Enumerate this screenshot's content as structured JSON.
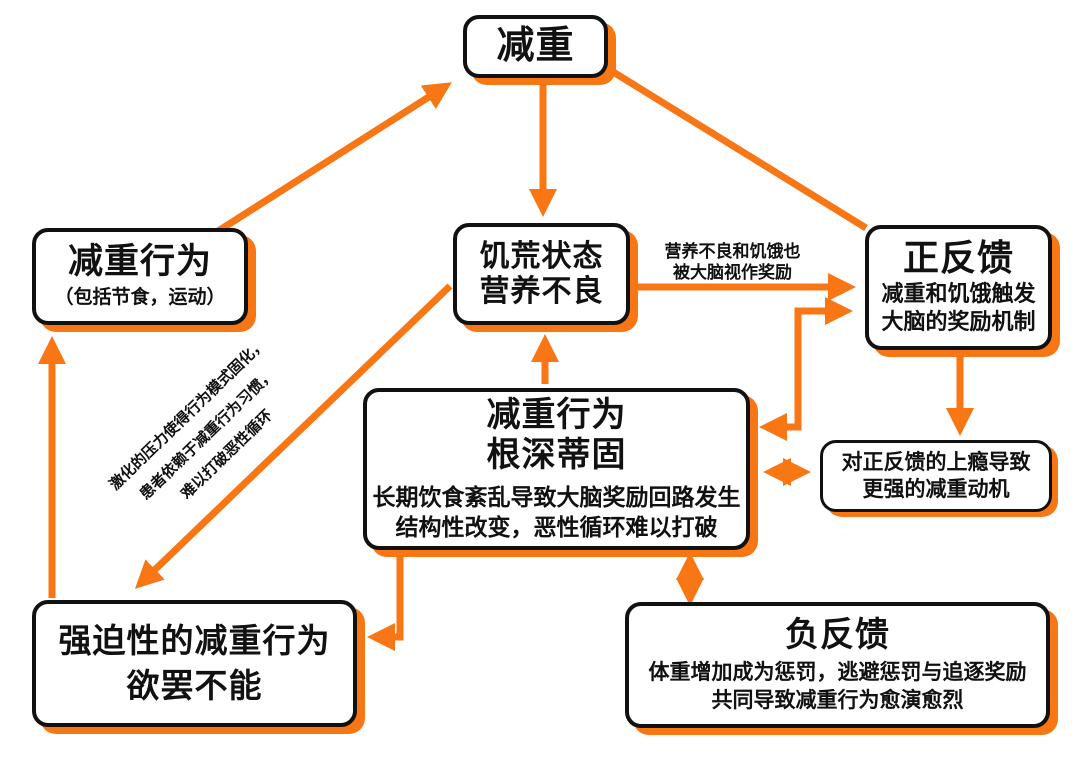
{
  "colors": {
    "accent_orange": "#F87613",
    "ink_black": "#111111",
    "background": "#FFFFFF"
  },
  "nodes": {
    "weight_loss": {
      "title": "减重"
    },
    "behavior": {
      "title": "减重行为",
      "subtitle": "（包括节食，运动）"
    },
    "famine": {
      "title": "饥荒状态\n营养不良"
    },
    "positive_feedback": {
      "title": "正反馈",
      "subtitle": "减重和饥饿触发\n大脑的奖励机制"
    },
    "entrenched": {
      "title": "减重行为\n根深蒂固",
      "subtitle": "长期饮食紊乱导致大脑奖励回路发生\n结构性改变，恶性循环难以打破"
    },
    "addiction": {
      "title": "对正反馈的上瘾导致\n更强的减重动机"
    },
    "compulsive": {
      "title": "强迫性的减重行为\n欲罢不能"
    },
    "negative_feedback": {
      "title": "负反馈",
      "subtitle": "体重增加成为惩罚，逃避惩罚与追逐奖励\n共同导致减重行为愈演愈烈"
    }
  },
  "annotations": {
    "reward_label": "营养不良和饥饿也\n被大脑视作奖励",
    "stress_note": "激化的压力使得行为模式固化，\n患者依赖于减重行为习惯，\n难以打破恶性循环"
  },
  "edges": [
    {
      "from": "减重行为",
      "to": "减重",
      "type": "one-way"
    },
    {
      "from": "减重",
      "to": "饥荒状态营养不良",
      "type": "one-way"
    },
    {
      "from": "减重",
      "to": "正反馈",
      "type": "link"
    },
    {
      "from": "饥荒状态营养不良",
      "to": "正反馈",
      "type": "one-way",
      "label": "营养不良和饥饿也被大脑视作奖励"
    },
    {
      "from": "正反馈",
      "to": "减重行为根深蒂固",
      "type": "two-way"
    },
    {
      "from": "正反馈",
      "to": "对正反馈的上瘾导致更强的减重动机",
      "type": "one-way"
    },
    {
      "from": "减重行为根深蒂固",
      "to": "对正反馈的上瘾导致更强的减重动机",
      "type": "two-way"
    },
    {
      "from": "减重行为根深蒂固",
      "to": "饥荒状态营养不良",
      "type": "one-way"
    },
    {
      "from": "减重行为根深蒂固",
      "to": "负反馈",
      "type": "two-way"
    },
    {
      "from": "减重行为根深蒂固",
      "to": "强迫性的减重行为",
      "type": "one-way"
    },
    {
      "from": "饥荒状态营养不良",
      "to": "强迫性的减重行为",
      "type": "one-way",
      "label": "激化的压力使得行为模式固化，患者依赖于减重行为习惯，难以打破恶性循环"
    },
    {
      "from": "强迫性的减重行为",
      "to": "减重行为",
      "type": "one-way"
    }
  ]
}
